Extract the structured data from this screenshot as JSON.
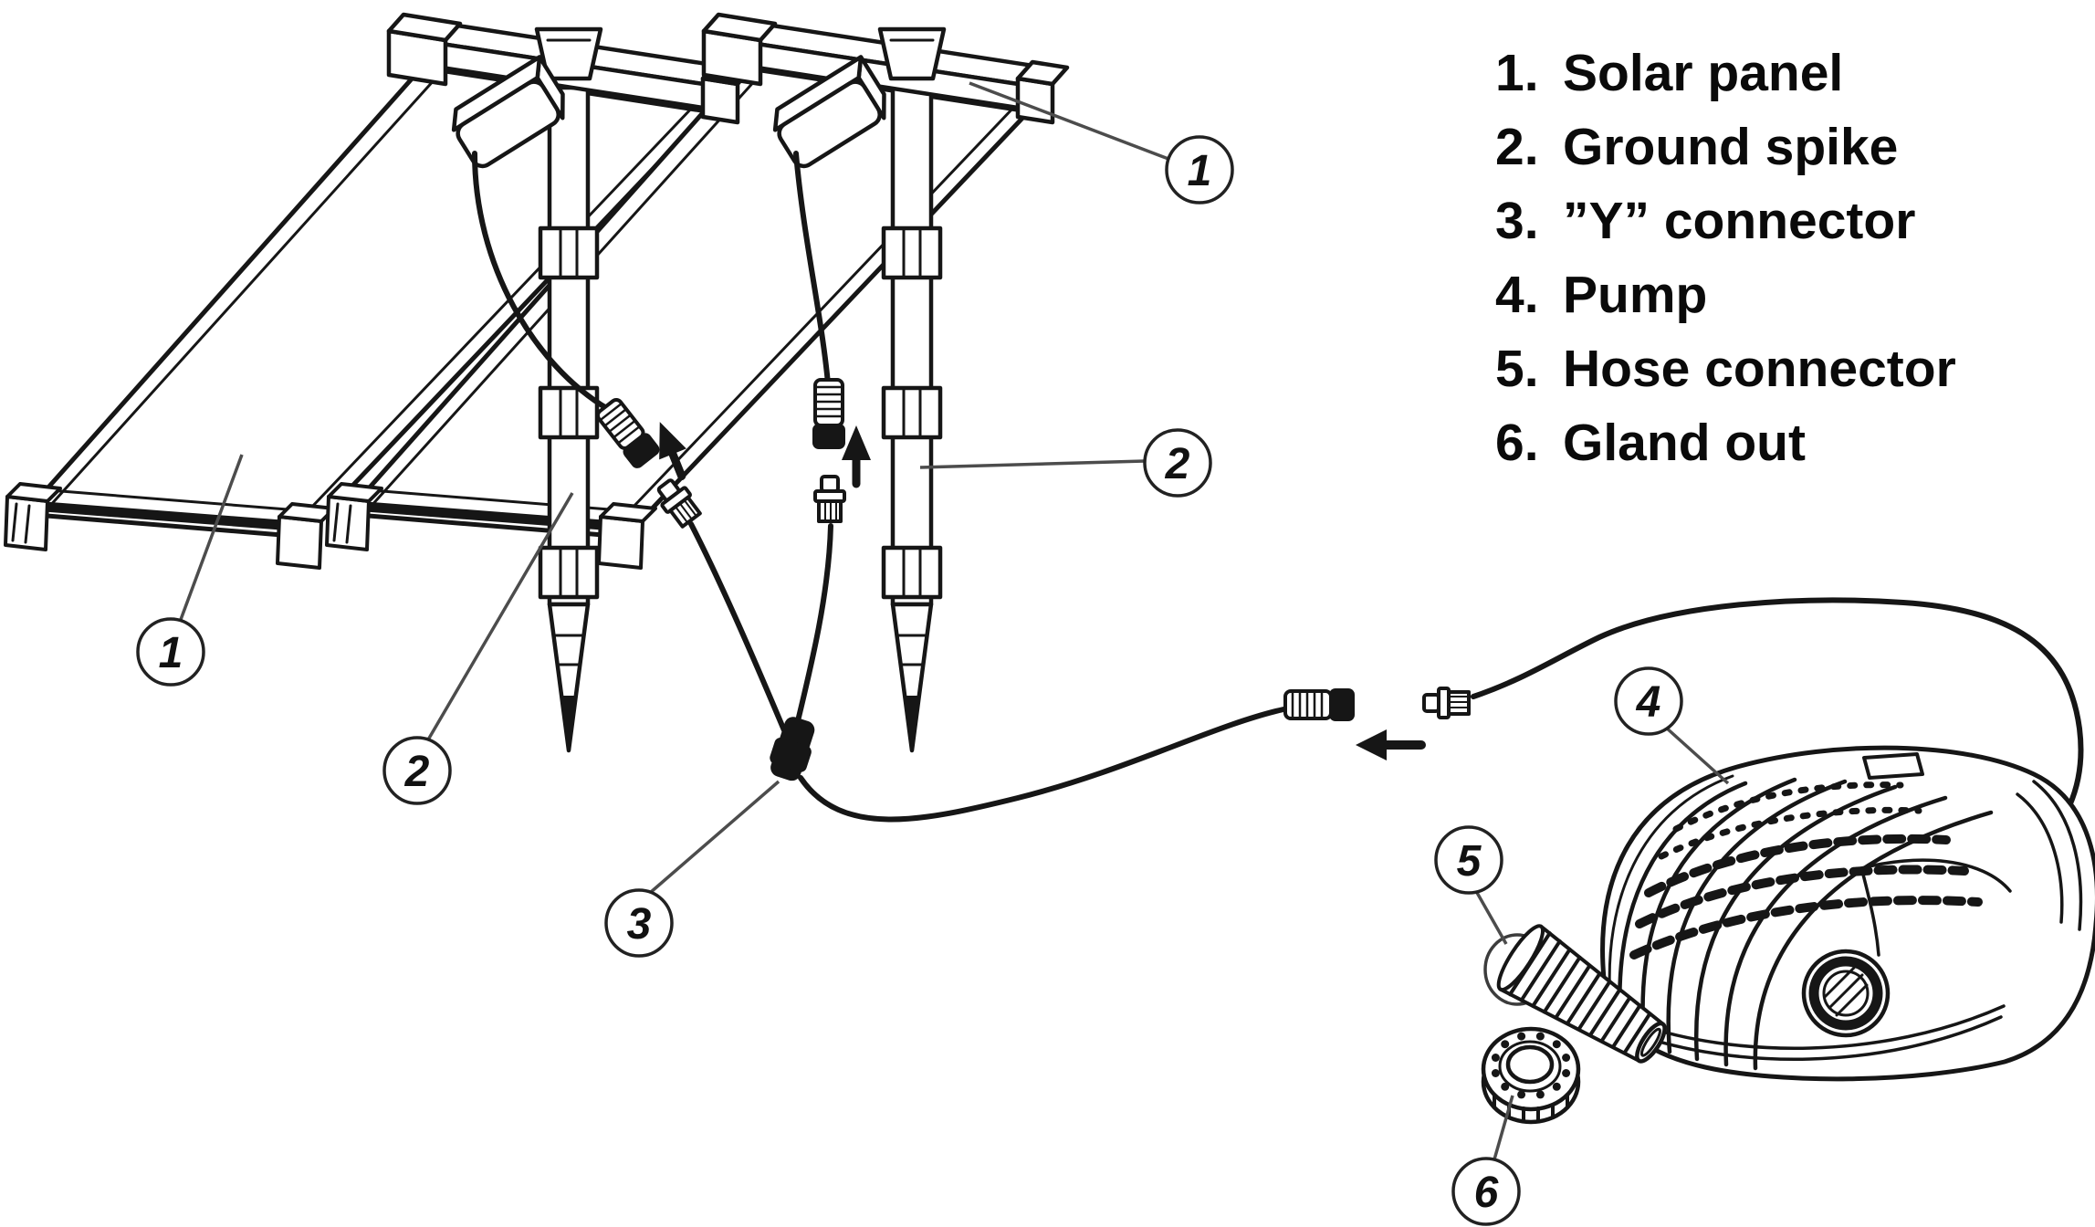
{
  "figure": {
    "type": "installation-diagram",
    "subject": "Solar panel pond pump kit exploded diagram"
  },
  "legend": {
    "items": [
      {
        "num": "1.",
        "label": "Solar panel"
      },
      {
        "num": "2.",
        "label": "Ground spike"
      },
      {
        "num": "3.",
        "label": "”Y” connector"
      },
      {
        "num": "4.",
        "label": "Pump"
      },
      {
        "num": "5.",
        "label": "Hose connector"
      },
      {
        "num": "6.",
        "label": "Gland out"
      }
    ]
  },
  "callouts": {
    "one": "1",
    "two": "2",
    "three": "3",
    "four": "4",
    "five": "5",
    "six": "6"
  },
  "colors": {
    "ink": "#161616",
    "leader": "#4c4c4c",
    "background": "#ffffff"
  }
}
